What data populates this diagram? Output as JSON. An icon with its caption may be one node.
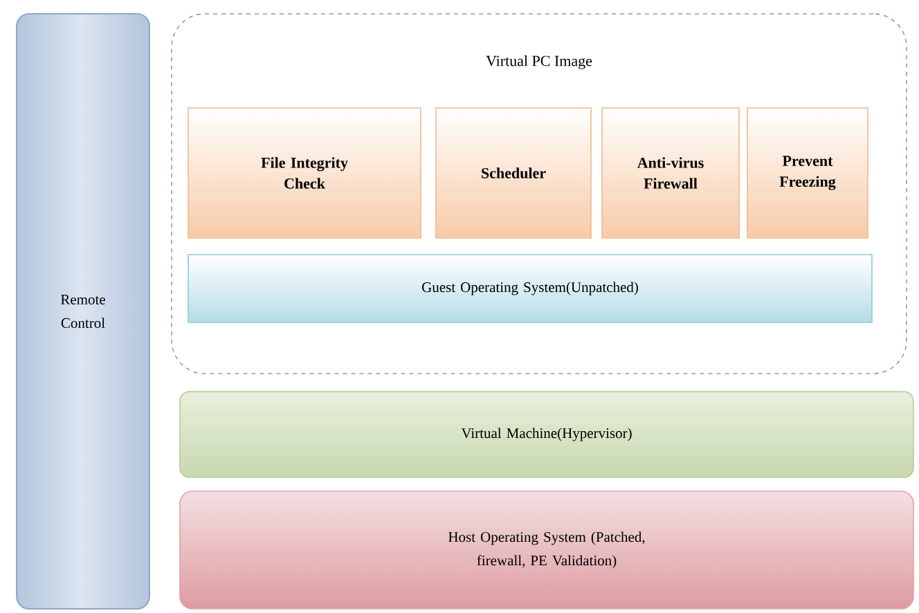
{
  "diagram": {
    "nodes": [
      {
        "text": [
          "Remote Control"
        ]
      },
      {
        "text": [
          "Virtual PC Image"
        ]
      },
      {
        "text": [
          "File Integrity Check"
        ],
        "in": 1
      },
      {
        "text": [
          "Scheduler"
        ],
        "in": 1
      },
      {
        "text": [
          "Anti-virus Firewall"
        ],
        "in": 1
      },
      {
        "text": [
          "Prevent Freezing"
        ],
        "in": 1
      },
      {
        "text": [
          "Guest Operating System(Unpatched)"
        ],
        "in": 1
      },
      {
        "text": [
          "Virtual Machine(Hypervisor)"
        ]
      },
      {
        "text": [
          "Host Operating System (Patched, firewall, PE Validation)"
        ]
      }
    ]
  }
}
